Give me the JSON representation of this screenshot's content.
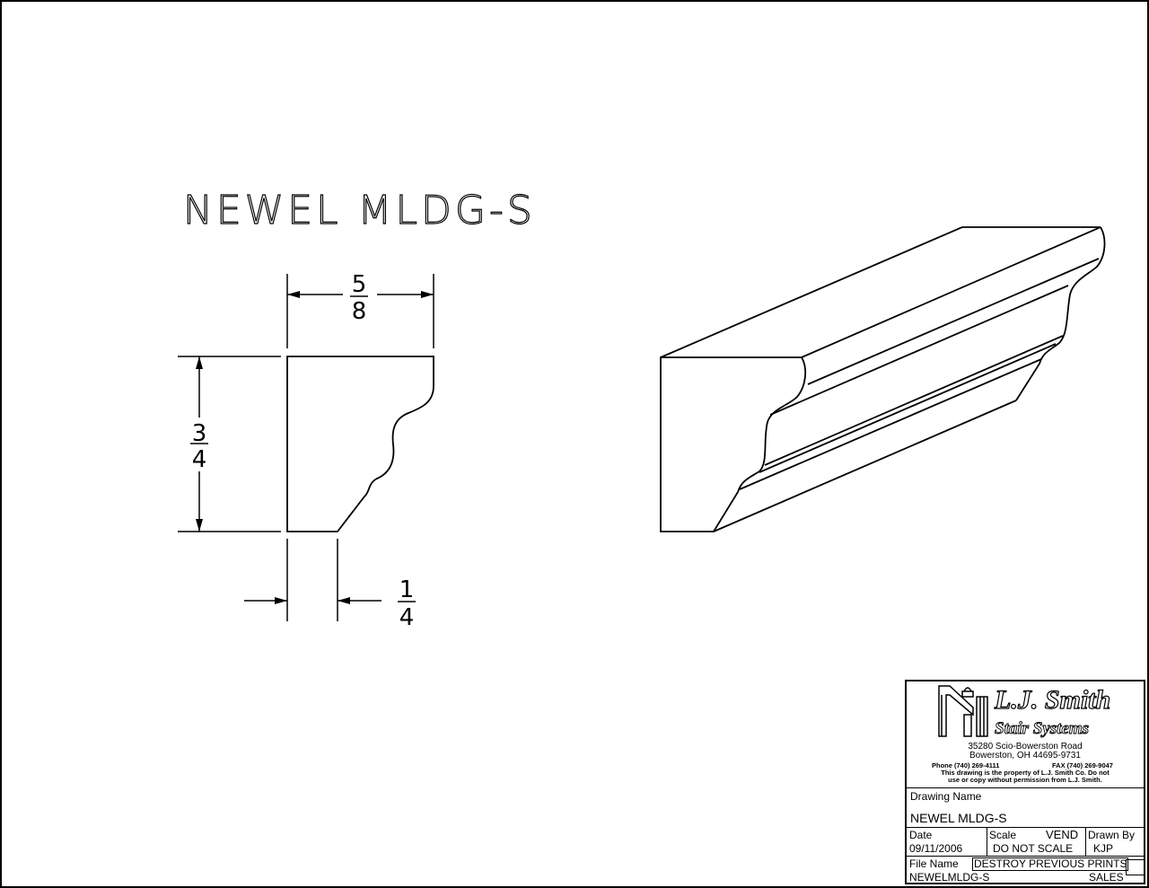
{
  "drawing": {
    "title": "NEWEL MLDG-S",
    "dimensions": {
      "width": {
        "num": "5",
        "den": "8"
      },
      "height": {
        "num": "3",
        "den": "4"
      },
      "chamfer": {
        "num": "1",
        "den": "4"
      }
    }
  },
  "title_block": {
    "company": "L.J. Smith",
    "company_sub": "Stair Systems",
    "address1": "35280 Scio-Bowerston Road",
    "address2": "Bowerston, OH 44695-9731",
    "phone": "Phone (740) 269-4111",
    "fax": "FAX (740) 269-9047",
    "notice1": "This drawing is the property of L.J. Smith Co. Do not",
    "notice2": "use or copy without permission from L.J. Smith.",
    "drawing_name_label": "Drawing Name",
    "drawing_name": "NEWEL MLDG-S",
    "date_label": "Date",
    "date": "09/11/2006",
    "scale_label": "Scale",
    "scale_tag": "VEND",
    "scale": "DO NOT SCALE",
    "drawn_by_label": "Drawn By",
    "drawn_by": "KJP",
    "file_name_label": "File Name",
    "destroy_notice": "DESTROY PREVIOUS PRINTS",
    "file_name": "NEWELMLDG-S",
    "dept": "SALES"
  }
}
